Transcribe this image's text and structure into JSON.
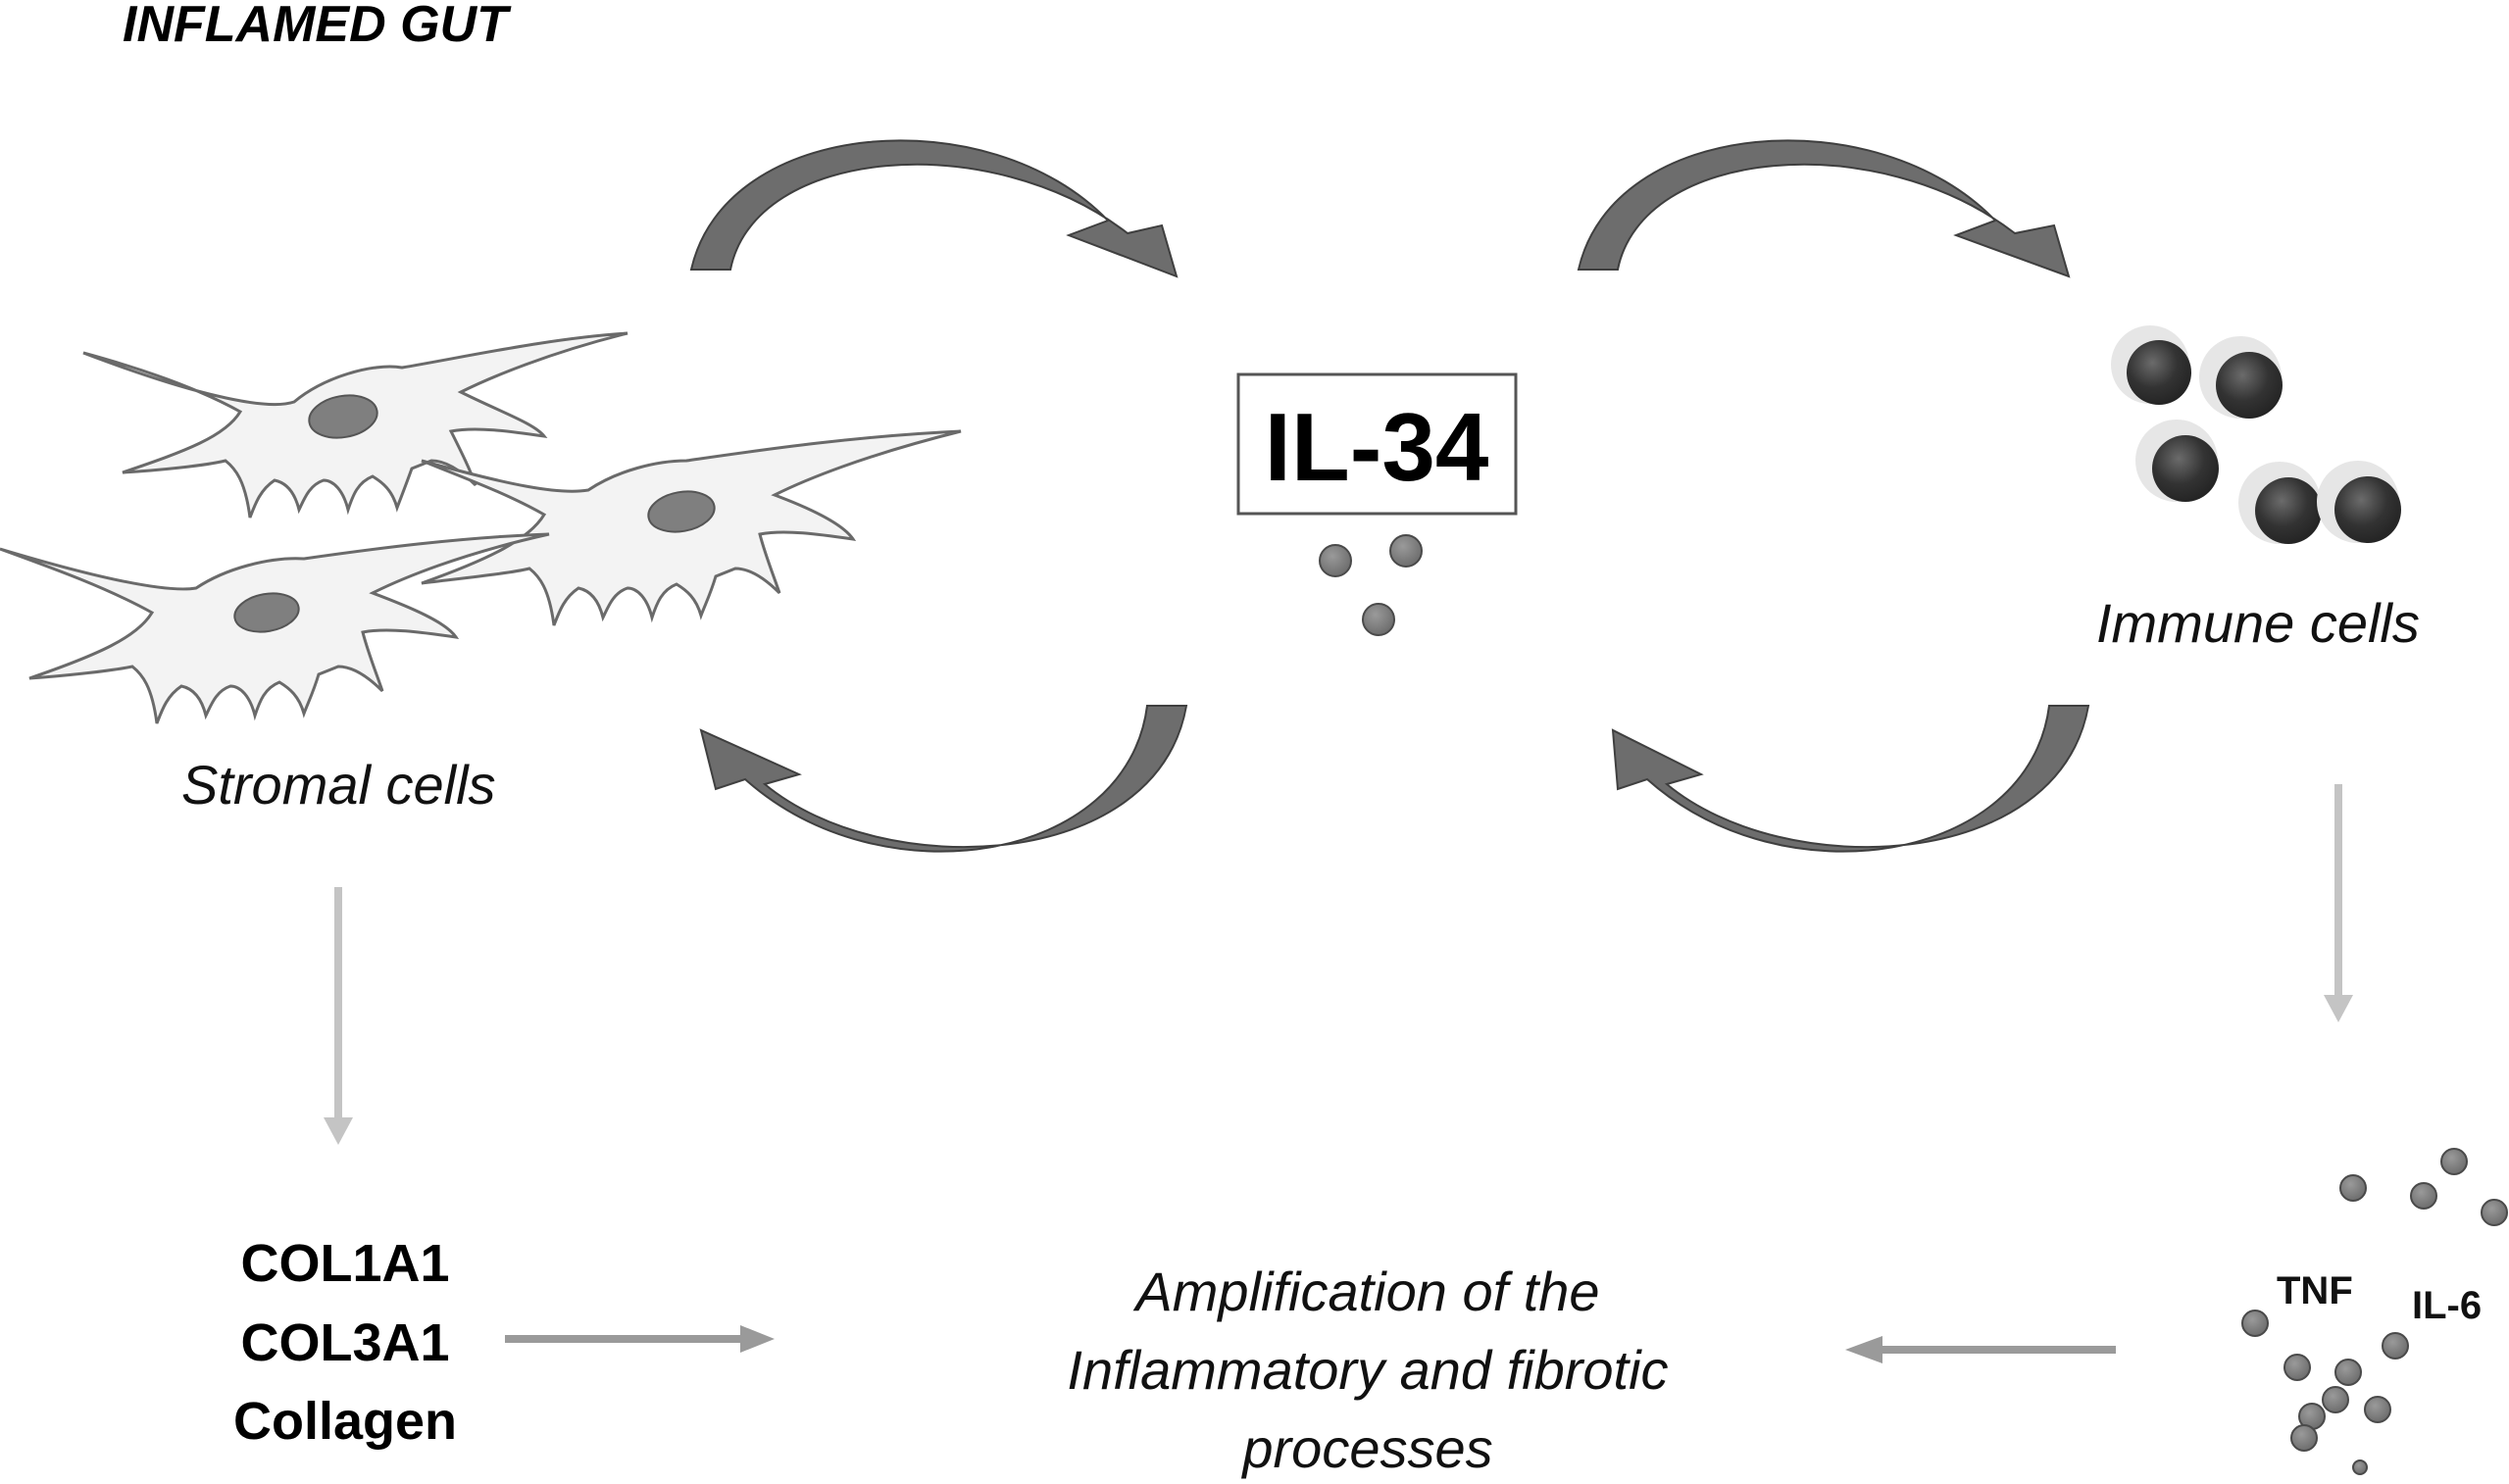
{
  "title": "INFLAMED GUT",
  "center_label": "IL-34",
  "stromal_label": "Stromal cells",
  "immune_label": "Immune cells",
  "genes": [
    "COL1A1",
    "COL3A1",
    "Collagen"
  ],
  "cytokines": {
    "tnf": "TNF",
    "il6": "IL-6"
  },
  "amplification": [
    "Amplification of the",
    "Inflammatory and fibrotic",
    "processes"
  ],
  "colors": {
    "curved_arrow": "#6d6d6d",
    "straight_arrow_light": "#c4c4c4",
    "straight_arrow_mid": "#9a9a9a",
    "dot": "#7a7a7a",
    "immune_cell": "#333333",
    "cell_fill": "#f3f3f3",
    "nucleus": "#7f7f7f"
  }
}
